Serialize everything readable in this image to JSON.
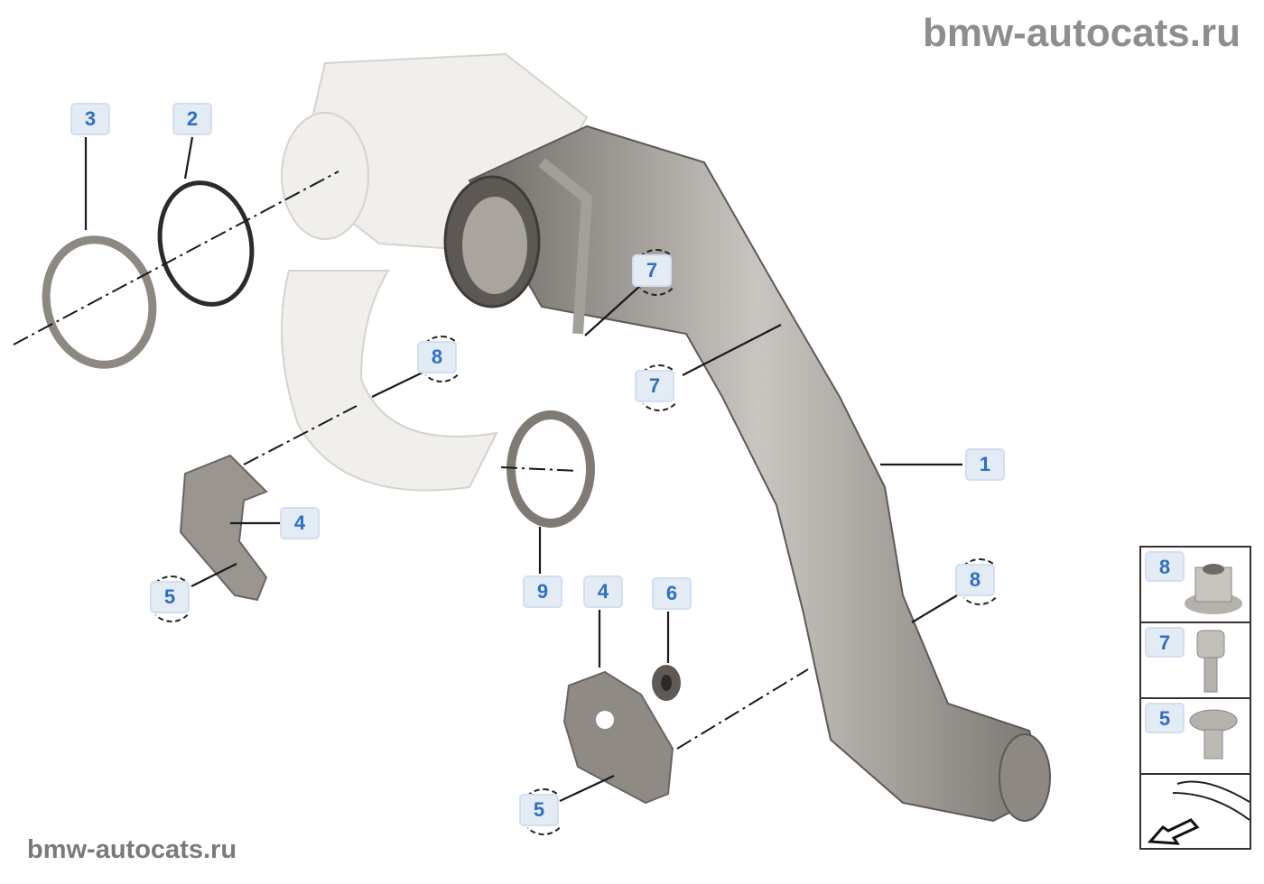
{
  "watermark_top": "bmw-autocats.ru",
  "watermark_bottom": "bmw-autocats.ru",
  "callouts": [
    "3",
    "2",
    "7",
    "8",
    "7",
    "1",
    "4",
    "5",
    "9",
    "4",
    "6",
    "8",
    "5"
  ],
  "legend": {
    "items": [
      "8",
      "7",
      "5"
    ],
    "icons": [
      "flange-nut-icon",
      "torx-bolt-icon",
      "countersunk-screw-icon",
      "front-direction-arrow-icon"
    ]
  },
  "colors": {
    "callout_bg": "#e3ebf5",
    "callout_text": "#2f6fbf",
    "watermark": "#8e8e8e"
  }
}
